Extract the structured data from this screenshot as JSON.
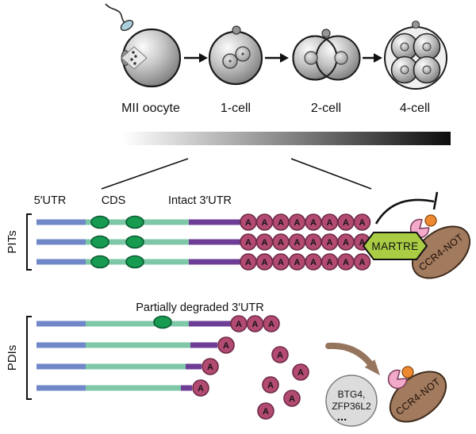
{
  "stages": {
    "mii": "MII oocyte",
    "one_cell": "1-cell",
    "two_cell": "2-cell",
    "four_cell": "4-cell"
  },
  "mrna": {
    "utr5_label": "5′UTR",
    "cds_label": "CDS",
    "intact_utr3_label": "Intact 3′UTR",
    "degraded_utr3_label": "Partially degraded 3′UTR",
    "polyA_letter": "A"
  },
  "groups": {
    "pits": "PITs",
    "pdis": "PDIs"
  },
  "proteins": {
    "martre": "MARTRE",
    "ccr4not": "CCR4-NOT",
    "btg4": "BTG4,",
    "zfp36l2": "ZFP36L2",
    "ellipsis": "..."
  },
  "colors": {
    "utr5": "#7087C8",
    "cds": "#7EC8A8",
    "utr3": "#6E3D95",
    "polyA_fill": "#B24A72",
    "ribosome_fill": "#169B51",
    "martre_fill": "#A9CC44",
    "ccr4not_fill": "#A27A5E",
    "pacman_fill": "#F3AACA",
    "cap_fill": "#EE8932",
    "btg4_fill": "#DCDCDC",
    "arrow": "#96755F"
  }
}
